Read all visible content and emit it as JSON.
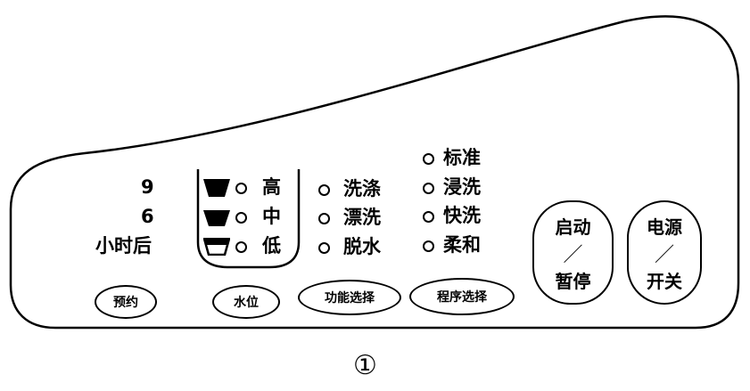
{
  "timer": {
    "labels": [
      "9",
      "6",
      "小时后"
    ],
    "button": "预约"
  },
  "water_level": {
    "levels": [
      "高",
      "中",
      "低"
    ],
    "button": "水位"
  },
  "function": {
    "items": [
      "洗涤",
      "漂洗",
      "脱水"
    ],
    "button": "功能选择"
  },
  "program": {
    "items": [
      "标准",
      "浸洗",
      "快洗",
      "柔和"
    ],
    "button": "程序选择"
  },
  "start_pause": {
    "top": "启动",
    "sep": "／",
    "bottom": "暂停"
  },
  "power": {
    "top": "电源",
    "sep": "／",
    "bottom": "开关"
  },
  "figure_label": "①"
}
